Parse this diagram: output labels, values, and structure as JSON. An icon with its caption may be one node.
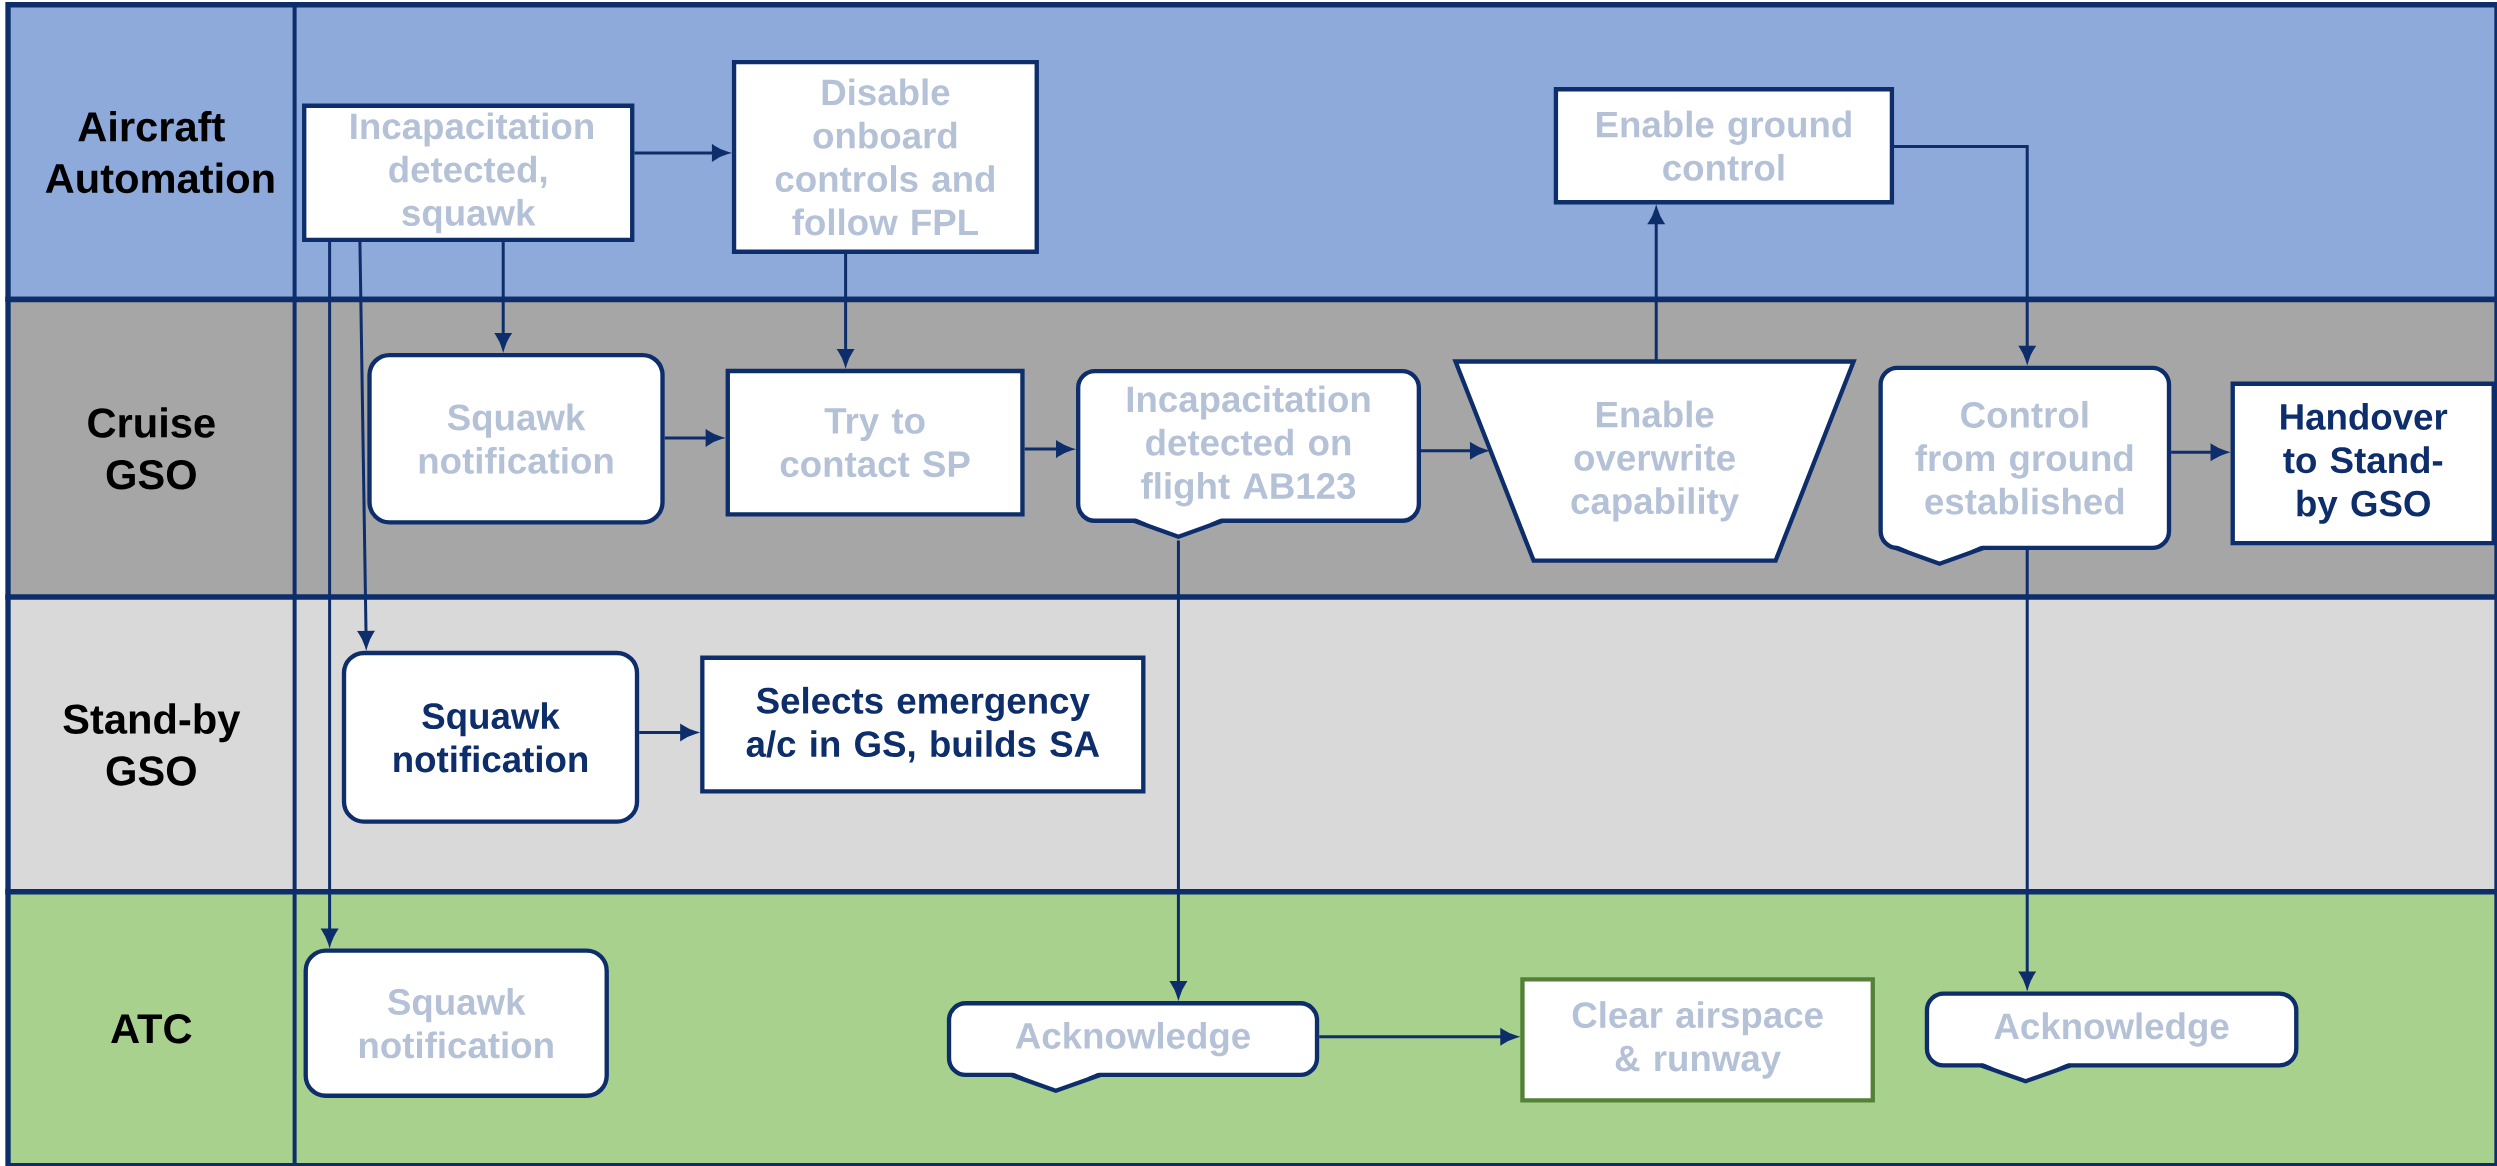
{
  "diagram": {
    "nodes": [
      {
        "text": [
          "Aircraft Automation"
        ]
      },
      {
        "text": [
          "Cruise GSO"
        ]
      },
      {
        "text": [
          "Stand-by GSO"
        ]
      },
      {
        "text": [
          "ATC"
        ]
      },
      {
        "text": [
          "Incapacitation detected, squawk"
        ],
        "in": 0
      },
      {
        "text": [
          "Disable onboard controls and follow FPL"
        ],
        "in": 0
      },
      {
        "text": [
          "Enable ground control"
        ],
        "in": 0
      },
      {
        "text": [
          "Squawk notification"
        ],
        "in": 1
      },
      {
        "text": [
          "Try to contact SP"
        ],
        "in": 1
      },
      {
        "text": [
          "Incapacitation detected on flight AB123"
        ],
        "in": 1
      },
      {
        "text": [
          "Enable overwrite capability"
        ],
        "in": 1
      },
      {
        "text": [
          "Control from ground established"
        ],
        "in": 1
      },
      {
        "text": [
          "Handover to Stand-by GSO"
        ],
        "in": 1
      },
      {
        "text": [
          "Squawk notification"
        ],
        "in": 2
      },
      {
        "text": [
          "Selects emergency a/c in GS, builds SA"
        ],
        "in": 2
      },
      {
        "text": [
          "Squawk notification"
        ],
        "in": 3
      },
      {
        "text": [
          "Acknowledge"
        ],
        "in": 3
      },
      {
        "text": [
          "Clear airspace & runway"
        ],
        "in": 3
      },
      {
        "text": [
          "Acknowledge"
        ],
        "in": 3
      }
    ],
    "edges": [
      {
        "from": 4,
        "to": 5,
        "arrow": "to"
      },
      {
        "from": 4,
        "to": 7,
        "arrow": "to"
      },
      {
        "from": 5,
        "to": 8,
        "arrow": "to"
      },
      {
        "from": 7,
        "to": 8,
        "arrow": "to"
      },
      {
        "from": 8,
        "to": 9,
        "arrow": "to"
      },
      {
        "from": 9,
        "to": 10,
        "arrow": "to"
      },
      {
        "from": 10,
        "to": 6,
        "arrow": "to"
      },
      {
        "from": 6,
        "to": 11,
        "arrow": "to"
      },
      {
        "from": 11,
        "to": 12,
        "arrow": "to"
      },
      {
        "from": 4,
        "to": 13,
        "arrow": "to"
      },
      {
        "from": 13,
        "to": 14,
        "arrow": "to"
      },
      {
        "from": 4,
        "to": 15,
        "arrow": "to"
      },
      {
        "from": 9,
        "to": 16,
        "arrow": "to"
      },
      {
        "from": 16,
        "to": 17,
        "arrow": "to"
      },
      {
        "from": 11,
        "to": 18,
        "arrow": "to"
      }
    ]
  }
}
